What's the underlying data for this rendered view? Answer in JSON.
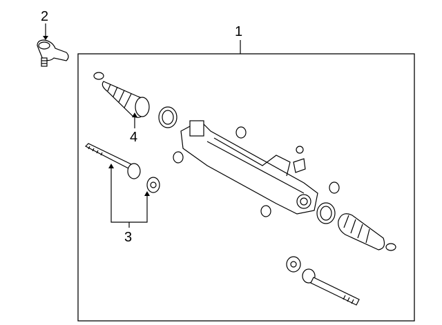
{
  "diagram": {
    "callouts": [
      {
        "number": "1",
        "part": "steering-gear-assembly"
      },
      {
        "number": "2",
        "part": "outer-tie-rod-end"
      },
      {
        "number": "3",
        "part": "inner-tie-rod"
      },
      {
        "number": "4",
        "part": "rack-boot"
      }
    ]
  }
}
